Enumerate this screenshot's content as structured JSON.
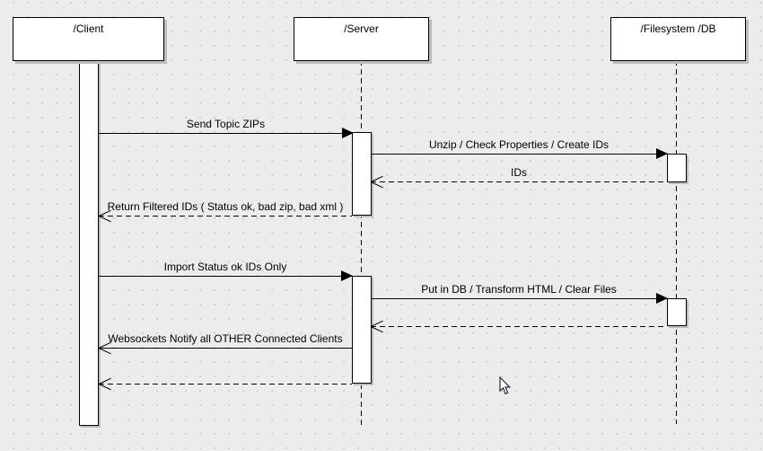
{
  "diagram": {
    "type": "uml-sequence",
    "colors": {
      "background": "#ececec",
      "grid_dot": "#d2d2d2",
      "line": "#000000",
      "shape_fill": "#ffffff",
      "shadow": "#bdbdbd"
    },
    "actors": [
      {
        "id": "client",
        "label": "/Client"
      },
      {
        "id": "server",
        "label": "/Server"
      },
      {
        "id": "filesystem-db",
        "label": "/Filesystem /DB"
      }
    ],
    "messages": [
      {
        "label": "Send Topic ZIPs",
        "from": "client",
        "to": "server",
        "line": "solid",
        "head": "filled"
      },
      {
        "label": "Unzip / Check Properties / Create IDs",
        "from": "server",
        "to": "filesystem-db",
        "line": "solid",
        "head": "filled"
      },
      {
        "label": "IDs",
        "from": "filesystem-db",
        "to": "server",
        "line": "dashed",
        "head": "open"
      },
      {
        "label": "Return Filtered IDs ( Status ok, bad zip, bad xml )",
        "from": "server",
        "to": "client",
        "line": "dashed",
        "head": "open"
      },
      {
        "label": "Import Status ok IDs Only",
        "from": "client",
        "to": "server",
        "line": "solid",
        "head": "filled"
      },
      {
        "label": "Put in DB / Transform HTML / Clear Files",
        "from": "server",
        "to": "filesystem-db",
        "line": "solid",
        "head": "filled"
      },
      {
        "label": "",
        "from": "filesystem-db",
        "to": "server",
        "line": "dashed",
        "head": "open"
      },
      {
        "label": "Websockets Notify all OTHER Connected Clients",
        "from": "server",
        "to": "client",
        "line": "solid",
        "head": "open"
      },
      {
        "label": "",
        "from": "server",
        "to": "client",
        "line": "dashed",
        "head": "open"
      }
    ],
    "cursor": {
      "shape": "arrow"
    }
  }
}
